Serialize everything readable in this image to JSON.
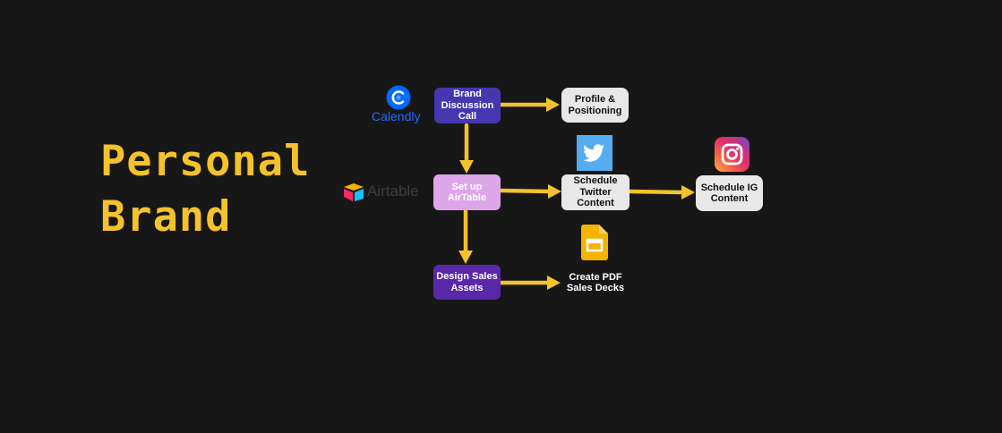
{
  "title": {
    "line1": "Personal",
    "line2": "Brand"
  },
  "logos": {
    "calendly": "Calendly",
    "airtable": "Airtable",
    "twitter": "twitter-logo",
    "instagram": "instagram-logo",
    "google_slides": "google-slides-logo"
  },
  "nodes": {
    "brand_call": "Brand\nDiscussion\nCall",
    "profile": "Profile &\nPositioning",
    "airtable": "Set up\nAirTable",
    "twitter": "Schedule\nTwitter\nContent",
    "instagram": "Schedule IG\nContent",
    "sales_assets": "Design Sales\nAssets",
    "pdf_decks": "Create PDF\nSales Decks"
  },
  "colors": {
    "background": "#181718",
    "accent": "#f3c22c",
    "brand_call": "#4637b0",
    "airtable_node": "#dca6e8",
    "sales_assets": "#5a27a8",
    "light_node": "#e8e8e8"
  }
}
